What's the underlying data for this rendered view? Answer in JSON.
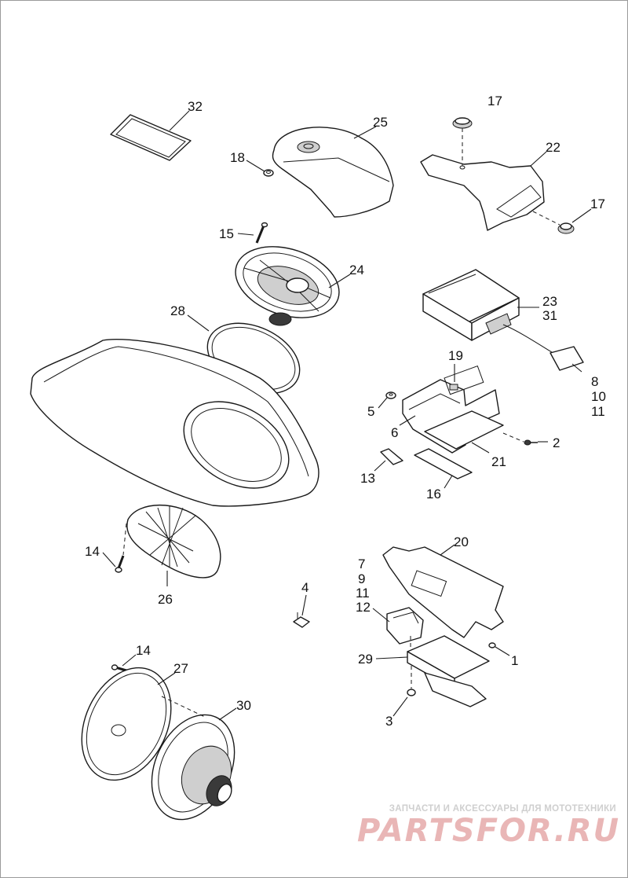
{
  "callouts": {
    "n1": "1",
    "n2": "2",
    "n3": "3",
    "n4": "4",
    "n5": "5",
    "n6": "6",
    "n7": "7",
    "n8": "8",
    "n9": "9",
    "n10": "10",
    "n11a": "11",
    "n11b": "11",
    "n12": "12",
    "n13": "13",
    "n14a": "14",
    "n14b": "14",
    "n15": "15",
    "n16": "16",
    "n17a": "17",
    "n17b": "17",
    "n18": "18",
    "n19": "19",
    "n20": "20",
    "n21": "21",
    "n22": "22",
    "n23": "23",
    "n24": "24",
    "n25": "25",
    "n26": "26",
    "n27": "27",
    "n28": "28",
    "n29": "29",
    "n30": "30",
    "n31": "31",
    "n32": "32"
  },
  "watermark": {
    "caption": "ЗАПЧАСТИ И АКСЕССУАРЫ ДЛЯ МОТОТЕХНИКИ",
    "logo": "PARTSFOR.RU"
  },
  "colors": {
    "line": "#1a1a1a",
    "watermark_logo": "#e9b6b6",
    "watermark_caption": "#cfcfcf"
  }
}
